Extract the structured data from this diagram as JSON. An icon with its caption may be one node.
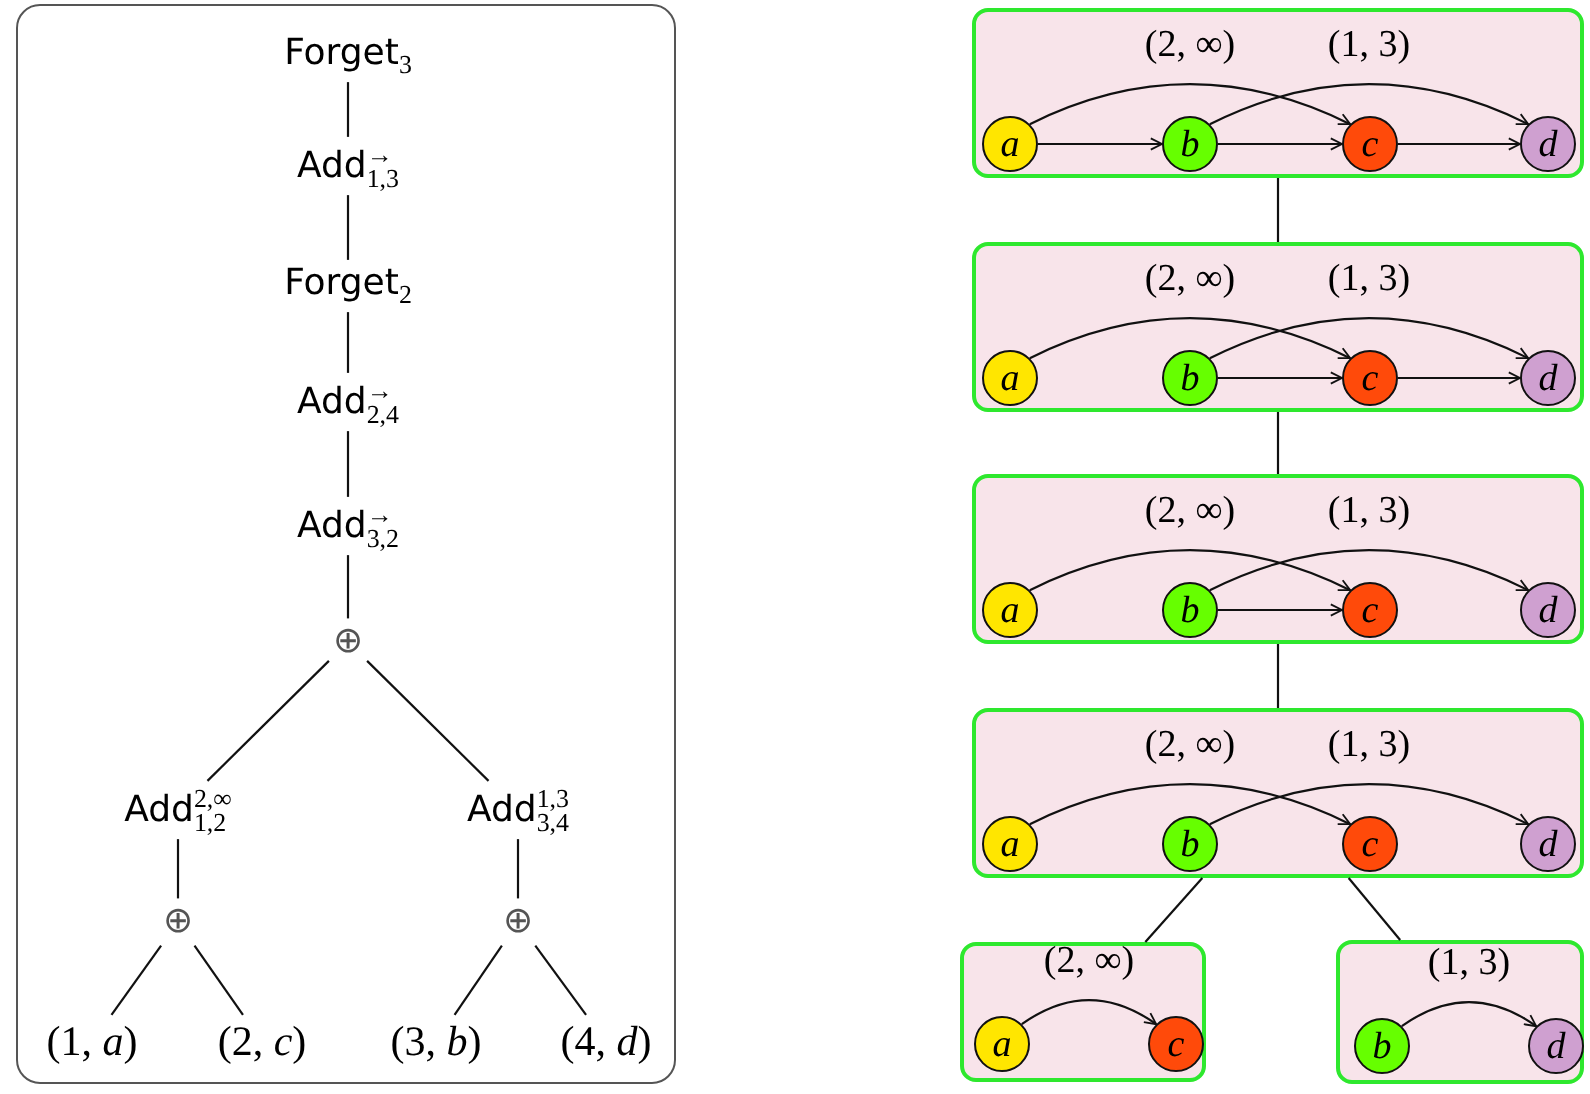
{
  "diagram": {
    "nodes": [
      {
        "text": [],
        "shape": "box"
      },
      {
        "text": [
          "Forget$_{3}$"
        ],
        "in": 0
      },
      {
        "text": [
          "Add$^{→}$$_{1,3}$"
        ],
        "in": 0
      },
      {
        "text": [
          "Forget$_{2}$"
        ],
        "in": 0
      },
      {
        "text": [
          "Add$^{→}$$_{2,4}$"
        ],
        "in": 0
      },
      {
        "text": [
          "Add$^{→}$$_{3,2}$"
        ],
        "in": 0
      },
      {
        "text": [
          "⊕"
        ],
        "in": 0
      },
      {
        "text": [
          "Add$^{2,∞}$$_{1,2}$"
        ],
        "in": 0
      },
      {
        "text": [
          "Add$^{1,3}$$_{3,4}$"
        ],
        "in": 0
      },
      {
        "text": [
          "⊕"
        ],
        "in": 0
      },
      {
        "text": [
          "⊕"
        ],
        "in": 0
      },
      {
        "text": [
          "(1, *a*)"
        ],
        "in": 0
      },
      {
        "text": [
          "(2, *c*)"
        ],
        "in": 0
      },
      {
        "text": [
          "(3, *b*)"
        ],
        "in": 0
      },
      {
        "text": [
          "(4, *d*)"
        ],
        "in": 0
      },
      {
        "text": [],
        "shape": "box"
      },
      {
        "text": [
          "a"
        ],
        "in": 15
      },
      {
        "text": [
          "b"
        ],
        "in": 15
      },
      {
        "text": [
          "c"
        ],
        "in": 15
      },
      {
        "text": [
          "d"
        ],
        "in": 15
      },
      {
        "text": [],
        "shape": "box"
      },
      {
        "text": [
          "a"
        ],
        "in": 20
      },
      {
        "text": [
          "b"
        ],
        "in": 20
      },
      {
        "text": [
          "c"
        ],
        "in": 20
      },
      {
        "text": [
          "d"
        ],
        "in": 20
      },
      {
        "text": [],
        "shape": "box"
      },
      {
        "text": [
          "a"
        ],
        "in": 25
      },
      {
        "text": [
          "b"
        ],
        "in": 25
      },
      {
        "text": [
          "c"
        ],
        "in": 25
      },
      {
        "text": [
          "d"
        ],
        "in": 25
      },
      {
        "text": [],
        "shape": "box"
      },
      {
        "text": [
          "a"
        ],
        "in": 30
      },
      {
        "text": [
          "b"
        ],
        "in": 30
      },
      {
        "text": [
          "c"
        ],
        "in": 30
      },
      {
        "text": [
          "d"
        ],
        "in": 30
      },
      {
        "text": [],
        "shape": "box"
      },
      {
        "text": [
          "a"
        ],
        "in": 35
      },
      {
        "text": [
          "c"
        ],
        "in": 35
      },
      {
        "text": [],
        "shape": "box"
      },
      {
        "text": [
          "b"
        ],
        "in": 38
      },
      {
        "text": [
          "d"
        ],
        "in": 38
      }
    ],
    "edges": [
      {
        "from": 1,
        "to": 2,
        "arrow": "none"
      },
      {
        "from": 2,
        "to": 3,
        "arrow": "none"
      },
      {
        "from": 3,
        "to": 4,
        "arrow": "none"
      },
      {
        "from": 4,
        "to": 5,
        "arrow": "none"
      },
      {
        "from": 5,
        "to": 6,
        "arrow": "none"
      },
      {
        "from": 6,
        "to": 7,
        "arrow": "none"
      },
      {
        "from": 6,
        "to": 8,
        "arrow": "none"
      },
      {
        "from": 7,
        "to": 9,
        "arrow": "none"
      },
      {
        "from": 8,
        "to": 10,
        "arrow": "none"
      },
      {
        "from": 9,
        "to": 11,
        "arrow": "none"
      },
      {
        "from": 9,
        "to": 12,
        "arrow": "none"
      },
      {
        "from": 10,
        "to": 13,
        "arrow": "none"
      },
      {
        "from": 10,
        "to": 14,
        "arrow": "none"
      },
      {
        "from": 15,
        "to": 20,
        "arrow": "none"
      },
      {
        "from": 20,
        "to": 25,
        "arrow": "none"
      },
      {
        "from": 25,
        "to": 30,
        "arrow": "none"
      },
      {
        "from": 30,
        "to": 35,
        "arrow": "none"
      },
      {
        "from": 30,
        "to": 38,
        "arrow": "none"
      },
      {
        "from": 16,
        "to": 17,
        "arrow": "to"
      },
      {
        "from": 17,
        "to": 18,
        "arrow": "to"
      },
      {
        "from": 18,
        "to": 19,
        "arrow": "to"
      },
      {
        "from": 16,
        "to": 18,
        "arrow": "to",
        "label": "(2, ∞)"
      },
      {
        "from": 17,
        "to": 19,
        "arrow": "to",
        "label": "(1, 3)"
      },
      {
        "from": 22,
        "to": 23,
        "arrow": "to"
      },
      {
        "from": 23,
        "to": 24,
        "arrow": "to"
      },
      {
        "from": 21,
        "to": 23,
        "arrow": "to",
        "label": "(2, ∞)"
      },
      {
        "from": 22,
        "to": 24,
        "arrow": "to",
        "label": "(1, 3)"
      },
      {
        "from": 27,
        "to": 28,
        "arrow": "to"
      },
      {
        "from": 26,
        "to": 28,
        "arrow": "to",
        "label": "(2, ∞)"
      },
      {
        "from": 27,
        "to": 29,
        "arrow": "to",
        "label": "(1, 3)"
      },
      {
        "from": 31,
        "to": 33,
        "arrow": "to",
        "label": "(2, ∞)"
      },
      {
        "from": 32,
        "to": 34,
        "arrow": "to",
        "label": "(1, 3)"
      },
      {
        "from": 36,
        "to": 37,
        "arrow": "to",
        "label": "(2, ∞)"
      },
      {
        "from": 39,
        "to": 40,
        "arrow": "to",
        "label": "(1, 3)"
      }
    ]
  }
}
